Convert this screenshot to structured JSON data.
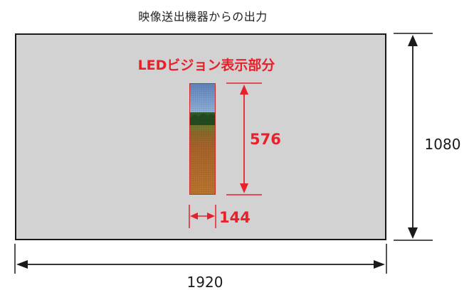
{
  "title": "映像送出機器からの出力",
  "led_label": "LEDビジョン表示部分",
  "dimensions": {
    "screen_width": "1920",
    "screen_height": "1080",
    "led_height": "576",
    "led_width": "144"
  },
  "colors": {
    "accent": "#e8202a",
    "frame": "#1a1a1a",
    "screen_fill": "#d2d2d2"
  }
}
